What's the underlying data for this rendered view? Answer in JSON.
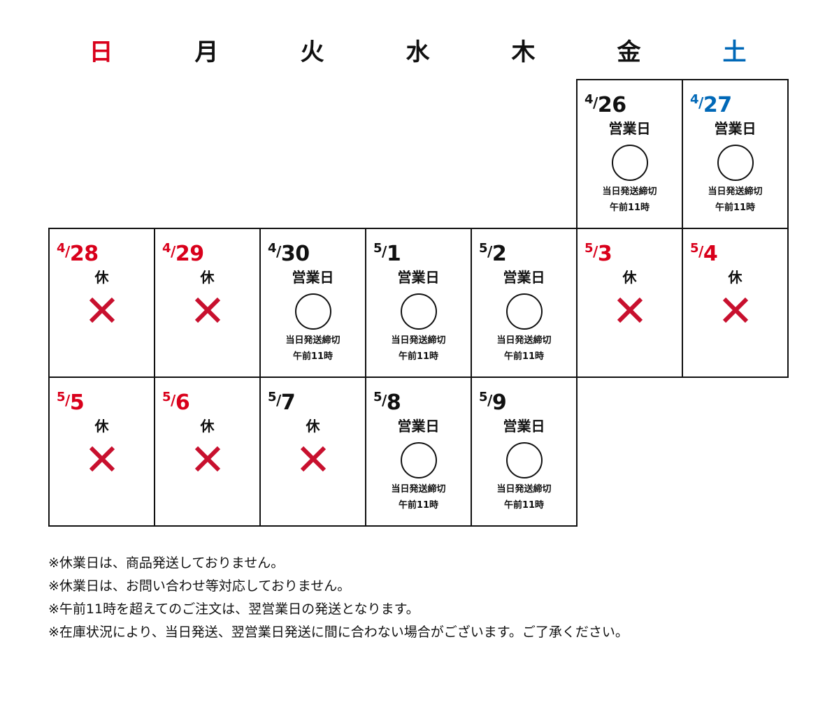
{
  "colors": {
    "sunday": "#d9001b",
    "saturday": "#0068b7",
    "holiday": "#d9001b",
    "text": "#111111",
    "cross": "#c8102e"
  },
  "weekdays": [
    {
      "label": "日",
      "color": "#d9001b"
    },
    {
      "label": "月",
      "color": "#111111"
    },
    {
      "label": "火",
      "color": "#111111"
    },
    {
      "label": "水",
      "color": "#111111"
    },
    {
      "label": "木",
      "color": "#111111"
    },
    {
      "label": "金",
      "color": "#111111"
    },
    {
      "label": "土",
      "color": "#0068b7"
    }
  ],
  "days": [
    {
      "month": "4",
      "day": "26",
      "status": "営業日",
      "mark": "circle",
      "note1": "当日発送締切",
      "note2": "午前11時",
      "color": "#111111"
    },
    {
      "month": "4",
      "day": "27",
      "status": "営業日",
      "mark": "circle",
      "note1": "当日発送締切",
      "note2": "午前11時",
      "color": "#0068b7"
    },
    {
      "month": "4",
      "day": "28",
      "status": "休",
      "mark": "cross",
      "color": "#d9001b"
    },
    {
      "month": "4",
      "day": "29",
      "status": "休",
      "mark": "cross",
      "color": "#d9001b"
    },
    {
      "month": "4",
      "day": "30",
      "status": "営業日",
      "mark": "circle",
      "note1": "当日発送締切",
      "note2": "午前11時",
      "color": "#111111"
    },
    {
      "month": "5",
      "day": "1",
      "status": "営業日",
      "mark": "circle",
      "note1": "当日発送締切",
      "note2": "午前11時",
      "color": "#111111"
    },
    {
      "month": "5",
      "day": "2",
      "status": "営業日",
      "mark": "circle",
      "note1": "当日発送締切",
      "note2": "午前11時",
      "color": "#111111"
    },
    {
      "month": "5",
      "day": "3",
      "status": "休",
      "mark": "cross",
      "color": "#d9001b"
    },
    {
      "month": "5",
      "day": "4",
      "status": "休",
      "mark": "cross",
      "color": "#d9001b"
    },
    {
      "month": "5",
      "day": "5",
      "status": "休",
      "mark": "cross",
      "color": "#d9001b"
    },
    {
      "month": "5",
      "day": "6",
      "status": "休",
      "mark": "cross",
      "color": "#d9001b"
    },
    {
      "month": "5",
      "day": "7",
      "status": "休",
      "mark": "cross",
      "color": "#111111"
    },
    {
      "month": "5",
      "day": "8",
      "status": "営業日",
      "mark": "circle",
      "note1": "当日発送締切",
      "note2": "午前11時",
      "color": "#111111"
    },
    {
      "month": "5",
      "day": "9",
      "status": "営業日",
      "mark": "circle",
      "note1": "当日発送締切",
      "note2": "午前11時",
      "color": "#111111"
    }
  ],
  "notes": [
    "※休業日は、商品発送しておりません。",
    "※休業日は、お問い合わせ等対応しておりません。",
    "※午前11時を超えてのご注文は、翌営業日の発送となります。",
    "※在庫状況により、当日発送、翌営業日発送に間に合わない場合がございます。ご了承ください。"
  ]
}
